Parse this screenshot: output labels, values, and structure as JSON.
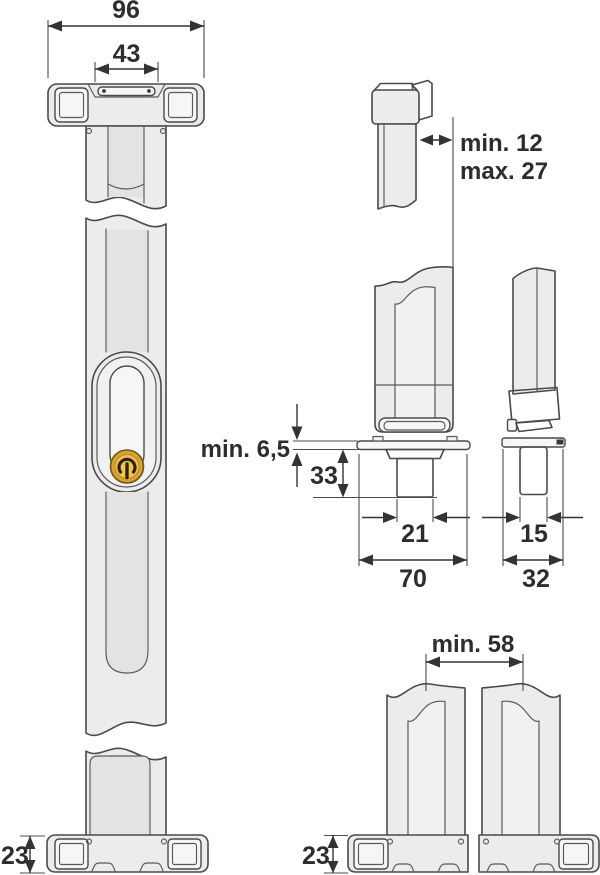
{
  "drawing": {
    "type": "technical-dimension-drawing",
    "subject": "window lock with strike plates and mounting parts"
  },
  "colors": {
    "outline": "#4a4a4a",
    "fill_light": "#ececec",
    "fill_lighter": "#f6f6f6",
    "dimension": "#333333",
    "cylinder_gold": "#d9a12d",
    "cylinder_gold_light": "#eec35a",
    "cylinder_dark": "#32240c",
    "background": "#ffffff"
  },
  "dimensions": {
    "head_outer_width": "96",
    "head_inner_width": "43",
    "reach_min": "min. 12",
    "reach_max": "max. 27",
    "plate_thickness": "min. 6,5",
    "peg_depth": "33",
    "peg_width_large": "21",
    "plate_width_large": "70",
    "peg_width_small": "15",
    "plate_width_small": "32",
    "center_distance": "min. 58",
    "base_height_left": "23",
    "base_height_right": "23"
  }
}
